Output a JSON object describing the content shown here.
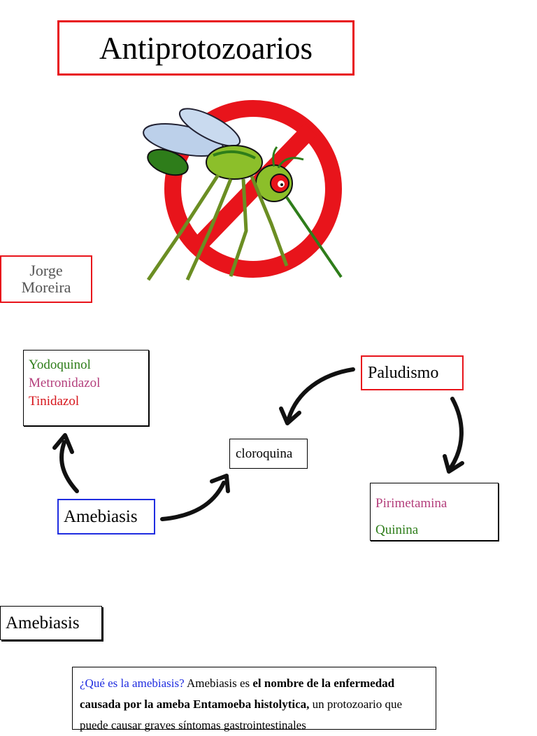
{
  "title": "Antiprotozoarios",
  "author": {
    "line1": "Jorge",
    "line2": "Moreira"
  },
  "diagram": {
    "amebiasis_drugs": [
      {
        "name": "Yodoquinol",
        "color": "#2e7d1a"
      },
      {
        "name": "Metronidazol",
        "color": "#b43f7c"
      },
      {
        "name": "Tinidazol",
        "color": "#d6151b"
      }
    ],
    "paludismo": "Paludismo",
    "shared_drug": "cloroquina",
    "amebiasis": "Amebiasis",
    "paludismo_drugs": [
      {
        "name": "Pirimetamina",
        "color": "#b43f7c"
      },
      {
        "name": "Quinina",
        "color": "#2e7d1a"
      }
    ]
  },
  "section": {
    "heading": "Amebiasis",
    "question": "¿Qué es la amebiasis?",
    "text_1": " Amebiasis es ",
    "bold_1": "el nombre de la enfermedad causada por la ameba Entamoeba histolytica,",
    "text_2": " un protozoario que puede causar graves síntomas gastrointestinales"
  },
  "colors": {
    "accent_red": "#e8141b",
    "accent_blue": "#1f2de0"
  }
}
